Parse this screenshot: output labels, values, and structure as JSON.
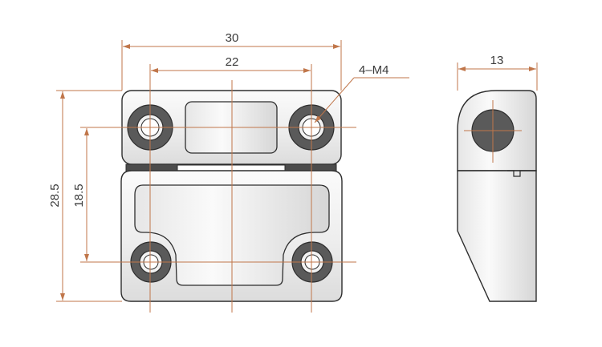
{
  "colors": {
    "dimension": "#c0764a",
    "outline": "#2e2e2e",
    "hole": "#5a5a5a",
    "body_light": "#f4f4f4",
    "body_dark": "#d8d8d8",
    "text": "#3a3a3a"
  },
  "dimensions": {
    "overall_width": "30",
    "hole_spacing": "22",
    "hole_callout": "4–M4",
    "side_width": "13",
    "overall_height": "28.5",
    "hole_vertical_spacing": "18.5"
  }
}
